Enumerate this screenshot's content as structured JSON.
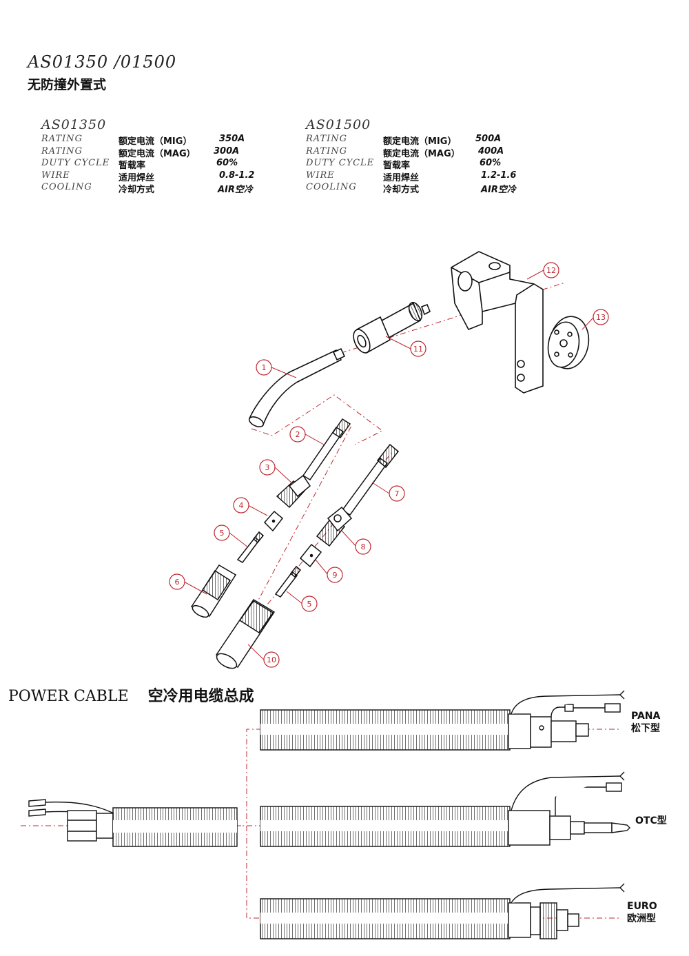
{
  "header": {
    "title": "AS01350 /01500",
    "subtitle": "无防撞外置式"
  },
  "specs": [
    {
      "model": "AS01350",
      "rows": [
        {
          "label": "RATING",
          "cn": "额定电流（MIG）",
          "value": "350A"
        },
        {
          "label": "RATING",
          "cn": "额定电流（MAG）",
          "value": "300A"
        },
        {
          "label": "DUTY CYCLE",
          "cn": "暂载率",
          "value": "60%"
        },
        {
          "label": "WIRE",
          "cn": "适用焊丝",
          "value": "0.8-1.2"
        },
        {
          "label": "COOLING",
          "cn": "冷却方式",
          "value": "AIR空冷"
        }
      ]
    },
    {
      "model": "AS01500",
      "rows": [
        {
          "label": "RATING",
          "cn": "额定电流（MIG）",
          "value": "500A"
        },
        {
          "label": "RATING",
          "cn": "额定电流（MAG）",
          "value": "400A"
        },
        {
          "label": "DUTY CYCLE",
          "cn": "暂载率",
          "value": "60%"
        },
        {
          "label": "WIRE",
          "cn": "适用焊丝",
          "value": "1.2-1.6"
        },
        {
          "label": "COOLING",
          "cn": "冷却方式",
          "value": "AIR空冷"
        }
      ]
    }
  ],
  "callouts": [
    "1",
    "2",
    "3",
    "4",
    "5",
    "6",
    "7",
    "8",
    "9",
    "5",
    "10",
    "11",
    "12",
    "13"
  ],
  "power_cable": {
    "title_en": "POWER CABLE",
    "title_cn": "空冷用电缆总成",
    "connectors": [
      {
        "name": "PANA",
        "cn": "松下型"
      },
      {
        "name": "OTC型",
        "cn": ""
      },
      {
        "name": "EURO",
        "cn": "欧洲型"
      }
    ]
  },
  "colors": {
    "callout": "#c0262d",
    "line": "#111111",
    "dash": "#c0262d"
  }
}
